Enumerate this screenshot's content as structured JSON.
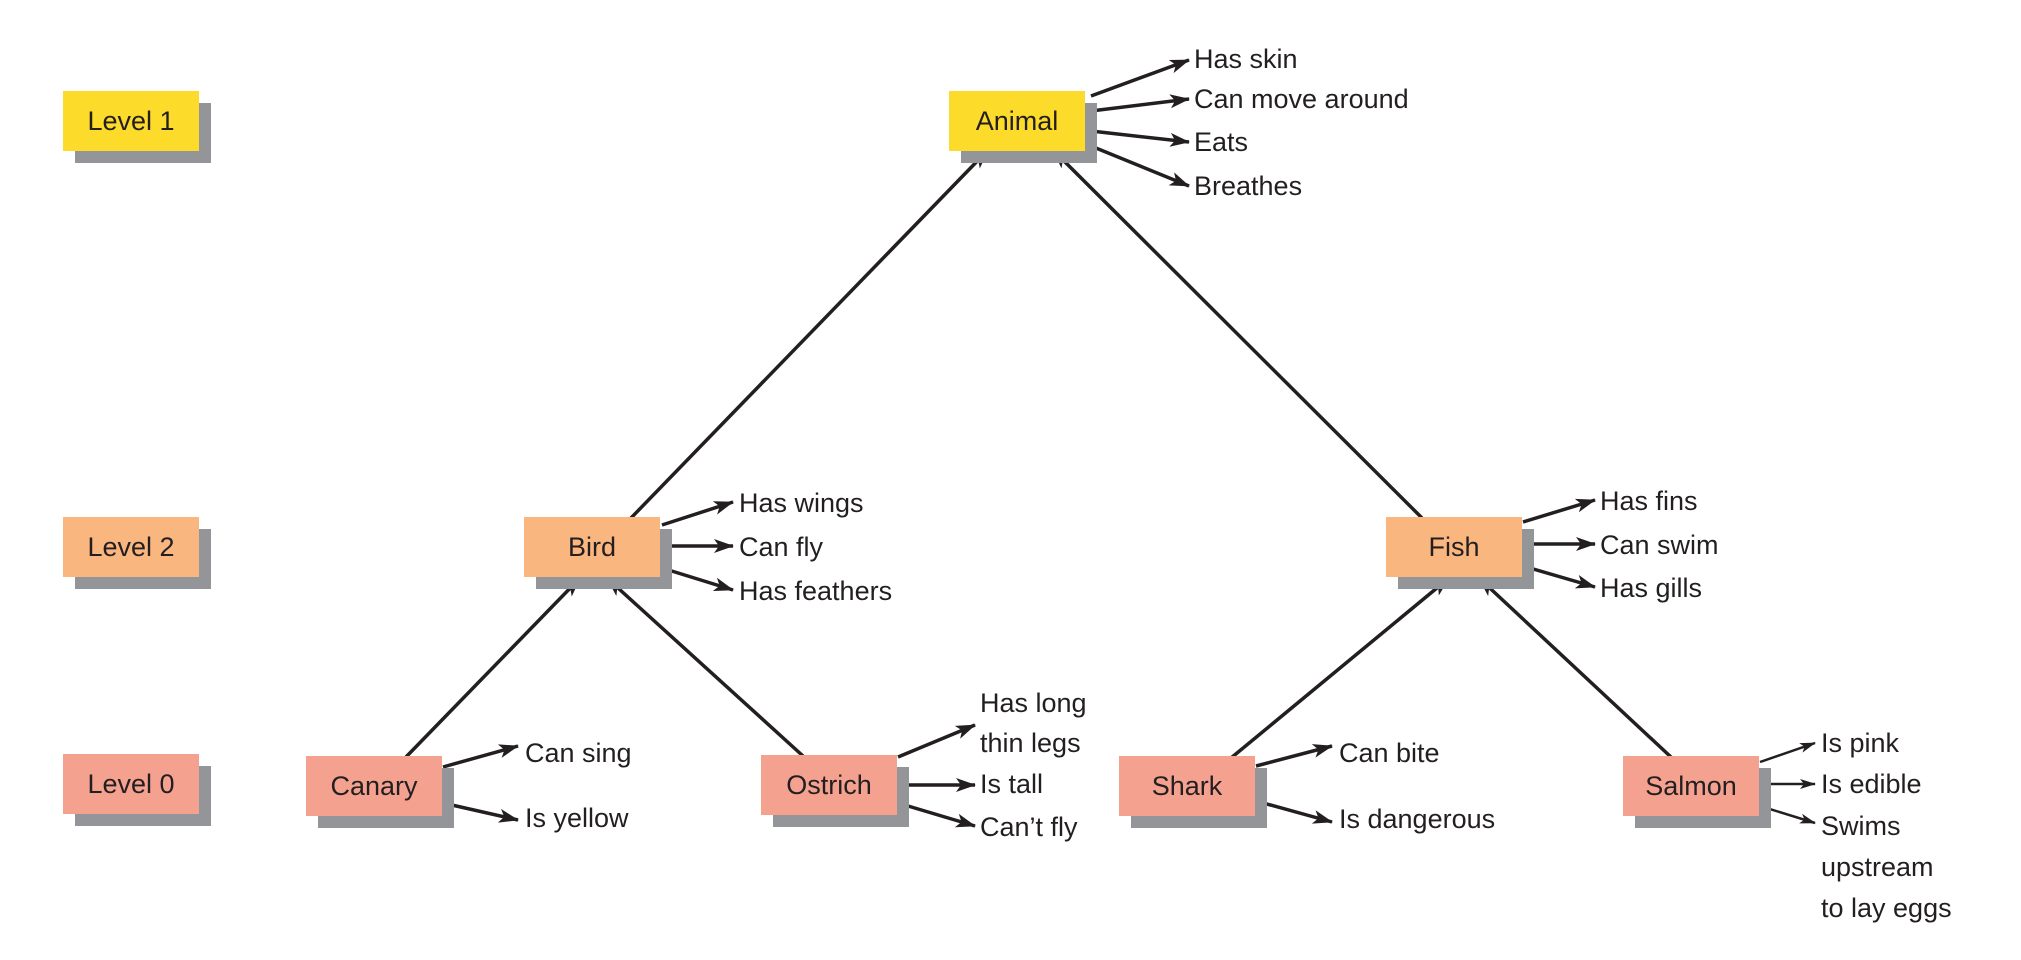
{
  "colors": {
    "level1": "#FDDB2B",
    "level2": "#FAB67F",
    "level0": "#F4A190",
    "shadow": "#939598",
    "ink": "#231F20"
  },
  "levels": [
    {
      "label": "Level 1",
      "level": "level1"
    },
    {
      "label": "Level 2",
      "level": "level2"
    },
    {
      "label": "Level 0",
      "level": "level0"
    }
  ],
  "nodes": {
    "animal": {
      "label": "Animal",
      "level": "level1",
      "properties": [
        "Has skin",
        "Can move around",
        "Eats",
        "Breathes"
      ]
    },
    "bird": {
      "label": "Bird",
      "level": "level2",
      "properties": [
        "Has wings",
        "Can fly",
        "Has feathers"
      ]
    },
    "fish": {
      "label": "Fish",
      "level": "level2",
      "properties": [
        "Has fins",
        "Can swim",
        "Has gills"
      ]
    },
    "canary": {
      "label": "Canary",
      "level": "level0",
      "properties": [
        "Can sing",
        "Is yellow"
      ]
    },
    "ostrich": {
      "label": "Ostrich",
      "level": "level0",
      "properties": [
        "Has long thin legs",
        "Is tall",
        "Can’t fly"
      ]
    },
    "shark": {
      "label": "Shark",
      "level": "level0",
      "properties": [
        "Can bite",
        "Is dangerous"
      ]
    },
    "salmon": {
      "label": "Salmon",
      "level": "level0",
      "properties": [
        "Is pink",
        "Is edible",
        "Swims upstream to lay eggs"
      ]
    }
  },
  "edges": [
    {
      "from": "bird",
      "to": "animal"
    },
    {
      "from": "fish",
      "to": "animal"
    },
    {
      "from": "canary",
      "to": "bird"
    },
    {
      "from": "ostrich",
      "to": "bird"
    },
    {
      "from": "shark",
      "to": "fish"
    },
    {
      "from": "salmon",
      "to": "fish"
    }
  ],
  "text": {
    "ostrich_legs_line1": "Has long",
    "ostrich_legs_line2": "thin legs",
    "salmon_swims_line1": "Swims",
    "salmon_swims_line2": "upstream",
    "salmon_swims_line3": "to lay eggs"
  }
}
